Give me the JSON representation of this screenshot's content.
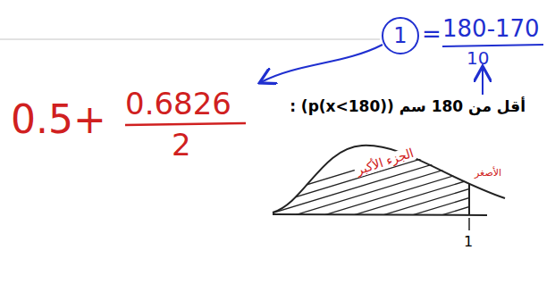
{
  "diagram": {
    "nodes": [
      {
        "text": [
          "1"
        ]
      }
    ],
    "labels": [
      "=",
      "180-170",
      "10",
      "أقل من 180 سم (p(x<180)) :",
      "0.5+",
      "0.6826",
      "2",
      "الجزء الأكبر",
      "الأصغر",
      "1"
    ]
  }
}
